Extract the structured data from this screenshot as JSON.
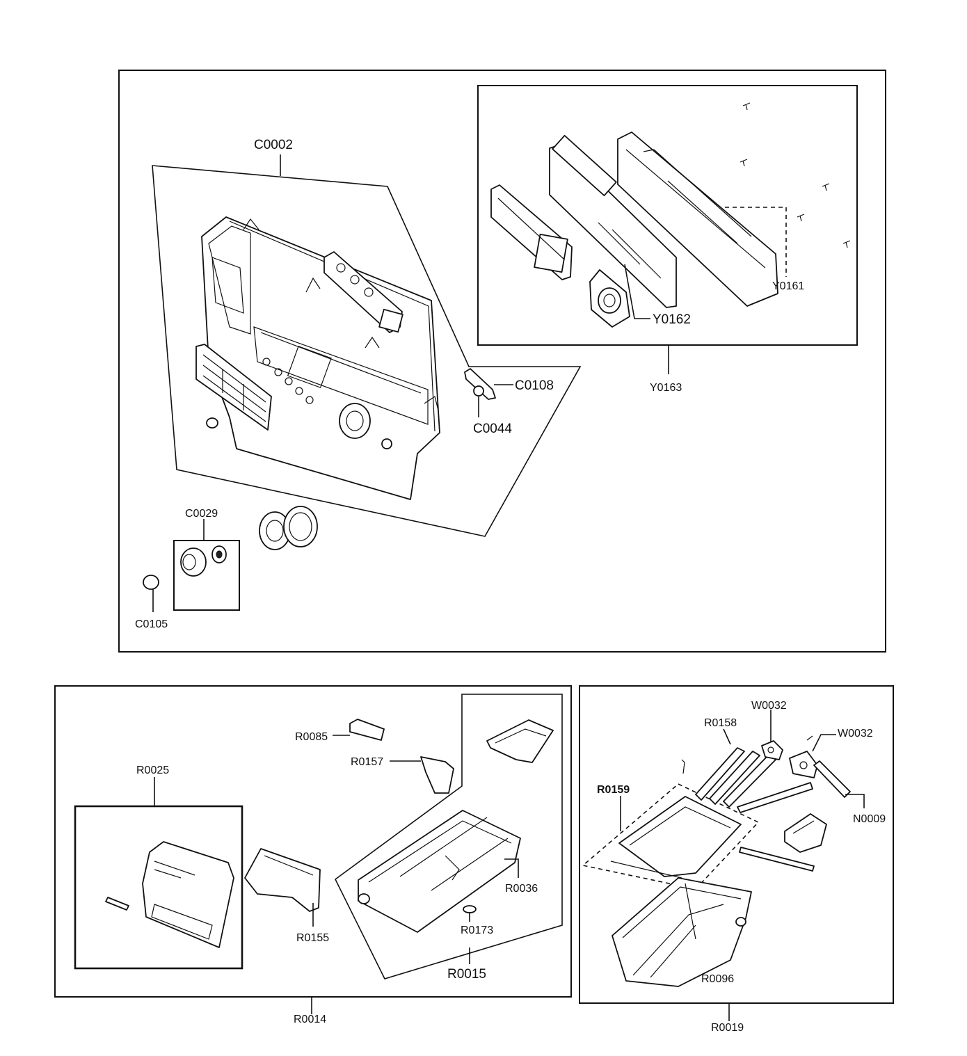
{
  "labels": {
    "c0002": "C0002",
    "c0108": "C0108",
    "c0044": "C0044",
    "c0029": "C0029",
    "c0105": "C0105",
    "y0161": "Y0161",
    "y0162": "Y0162",
    "y0163": "Y0163",
    "r0085": "R0085",
    "r0157": "R0157",
    "r0025": "R0025",
    "r0155": "R0155",
    "r0036": "R0036",
    "r0173": "R0173",
    "r0015": "R0015",
    "r0014": "R0014",
    "r0158": "R0158",
    "w0032_a": "W0032",
    "w0032_b": "W0032",
    "r0159": "R0159",
    "n0009": "N0009",
    "r0096": "R0096",
    "r0019": "R0019"
  }
}
